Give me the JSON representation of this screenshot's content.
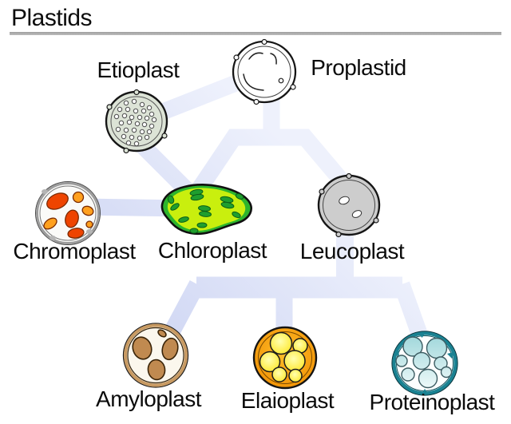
{
  "title": "Plastids",
  "nodes": {
    "proplastid": {
      "label": "Proplastid"
    },
    "etioplast": {
      "label": "Etioplast"
    },
    "chromoplast": {
      "label": "Chromoplast"
    },
    "chloroplast": {
      "label": "Chloroplast"
    },
    "leucoplast": {
      "label": "Leucoplast"
    },
    "amyloplast": {
      "label": "Amyloplast"
    },
    "elaioplast": {
      "label": "Elaioplast"
    },
    "proteinoplast": {
      "label": "Proteinoplast"
    }
  },
  "edges": [
    {
      "from": "Proplastid",
      "to": "Etioplast"
    },
    {
      "from": "Etioplast",
      "to": "Chloroplast"
    },
    {
      "from": "Proplastid",
      "to": "Chloroplast"
    },
    {
      "from": "Proplastid",
      "to": "Leucoplast"
    },
    {
      "from": "Chloroplast",
      "to": "Chromoplast"
    },
    {
      "from": "Leucoplast",
      "to": "Amyloplast"
    },
    {
      "from": "Leucoplast",
      "to": "Elaioplast"
    },
    {
      "from": "Leucoplast",
      "to": "Proteinoplast"
    }
  ],
  "colors": {
    "connector_dark": "#c3ccef",
    "connector_mid": "#d8def6",
    "connector_light": "#eef1fc",
    "rule_gray": "#a6a6a6",
    "etioplast_body": "#dce3d6",
    "chromoplast_red": "#ee4400",
    "chromoplast_orange": "#ffa01e",
    "chloroplast_rim": "#2db52d",
    "chloroplast_body": "#c9ef0e",
    "chloroplast_grana": "#1f9e2e",
    "leucoplast_body": "#cdcdcd",
    "amyloplast_ring": "#c89a62",
    "amyloplast_grain": "#c08a50",
    "elaioplast_body_center": "#ffbe2a",
    "elaioplast_body_edge": "#ef8c00",
    "elaioplast_droplet": "#ffe82e",
    "proteinoplast_rim": "#1a8292",
    "proteinoplast_vesicle": "#9ed6da"
  }
}
